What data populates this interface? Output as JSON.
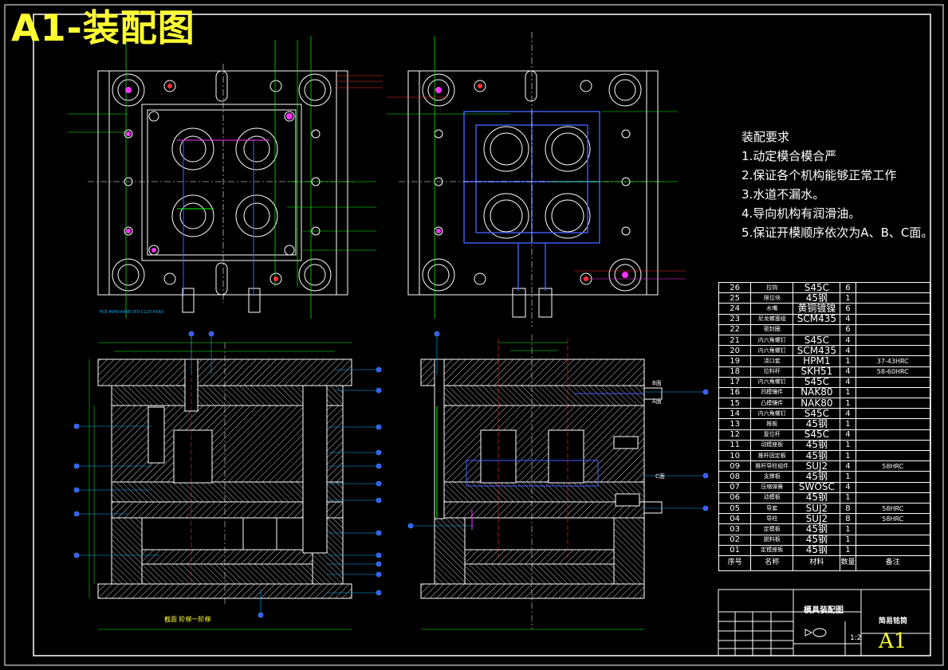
{
  "banner": "A1-装配图",
  "notes": {
    "heading": "装配要求",
    "items": [
      "1.动定模合模合严",
      "2.保证各个机构能够正常工作",
      "3.水道不漏水。",
      "4.导向机构有润滑油。",
      "5.保证开模顺序依次为A、B、C面。"
    ]
  },
  "bom": {
    "rows": [
      {
        "no": "26",
        "name": "拉钩",
        "mat": "S45C",
        "qty": "6",
        "remark": ""
      },
      {
        "no": "25",
        "name": "限位块",
        "mat": "45钢",
        "qty": "1",
        "remark": ""
      },
      {
        "no": "24",
        "name": "水嘴",
        "mat": "黄铜镀镍",
        "qty": "6",
        "remark": ""
      },
      {
        "no": "23",
        "name": "尼龙螺塞组",
        "mat": "SCM435",
        "qty": "4",
        "remark": ""
      },
      {
        "no": "22",
        "name": "密封圈",
        "mat": "",
        "qty": "6",
        "remark": ""
      },
      {
        "no": "21",
        "name": "内六角螺钉",
        "mat": "S45C",
        "qty": "4",
        "remark": ""
      },
      {
        "no": "20",
        "name": "内六角螺钉",
        "mat": "SCM435",
        "qty": "4",
        "remark": ""
      },
      {
        "no": "19",
        "name": "浇口套",
        "mat": "HPM1",
        "qty": "1",
        "remark": "37-43HRC"
      },
      {
        "no": "18",
        "name": "拉料杆",
        "mat": "SKH51",
        "qty": "4",
        "remark": "58-60HRC"
      },
      {
        "no": "17",
        "name": "内六角螺钉",
        "mat": "S45C",
        "qty": "4",
        "remark": ""
      },
      {
        "no": "16",
        "name": "凹模镶件",
        "mat": "NAK80",
        "qty": "1",
        "remark": ""
      },
      {
        "no": "15",
        "name": "凸模镶件",
        "mat": "NAK80",
        "qty": "1",
        "remark": ""
      },
      {
        "no": "14",
        "name": "内六角螺钉",
        "mat": "S45C",
        "qty": "4",
        "remark": ""
      },
      {
        "no": "13",
        "name": "推板",
        "mat": "45钢",
        "qty": "1",
        "remark": ""
      },
      {
        "no": "12",
        "name": "复位杆",
        "mat": "S45C",
        "qty": "4",
        "remark": ""
      },
      {
        "no": "11",
        "name": "动模座板",
        "mat": "45钢",
        "qty": "1",
        "remark": ""
      },
      {
        "no": "10",
        "name": "推杆固定板",
        "mat": "45钢",
        "qty": "1",
        "remark": ""
      },
      {
        "no": "09",
        "name": "推杆导柱组件",
        "mat": "SUJ2",
        "qty": "4",
        "remark": "58HRC"
      },
      {
        "no": "08",
        "name": "支撑板",
        "mat": "45钢",
        "qty": "1",
        "remark": ""
      },
      {
        "no": "07",
        "name": "压缩弹簧",
        "mat": "SWOSC",
        "qty": "4",
        "remark": ""
      },
      {
        "no": "06",
        "name": "动模板",
        "mat": "45钢",
        "qty": "1",
        "remark": ""
      },
      {
        "no": "05",
        "name": "导套",
        "mat": "SUJ2",
        "qty": "8",
        "remark": "58HRC"
      },
      {
        "no": "04",
        "name": "导柱",
        "mat": "SUJ2",
        "qty": "8",
        "remark": "58HRC"
      },
      {
        "no": "03",
        "name": "定模板",
        "mat": "45钢",
        "qty": "1",
        "remark": ""
      },
      {
        "no": "02",
        "name": "脱料板",
        "mat": "45钢",
        "qty": "1",
        "remark": ""
      },
      {
        "no": "01",
        "name": "定模座板",
        "mat": "45钢",
        "qty": "1",
        "remark": ""
      }
    ],
    "header": {
      "no": "序号",
      "name": "名称",
      "mat": "材料",
      "qty": "数量",
      "remark": "备注"
    }
  },
  "title_block": {
    "drawing_title": "模具装配图",
    "company": "简易铭筒",
    "scale": "1:2",
    "sheet_size": "A1"
  },
  "section_label": "截面  阶梯一阶梯",
  "part_number": "FCE-4040-A45B-3F0-C120-H560",
  "colors": {
    "background": "#000000",
    "banner": "#ffff33",
    "outline": "#ffffff",
    "leader": "#00ff00",
    "dimension": "#ff3030",
    "callout": "#00b0ff",
    "hatch": "#ffffff",
    "magenta": "#ff33ff",
    "blue_line": "#4060ff"
  }
}
